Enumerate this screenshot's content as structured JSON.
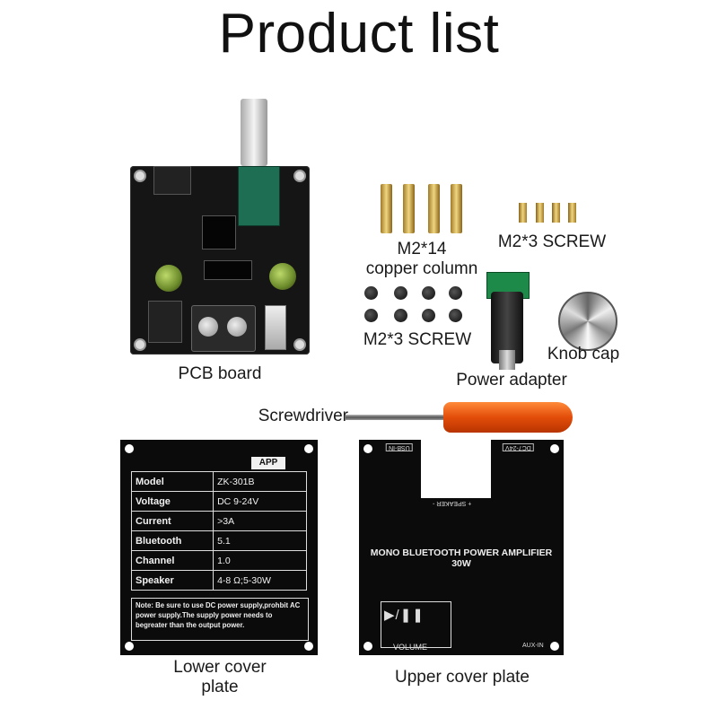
{
  "title": "Product list",
  "items": {
    "pcb": {
      "label": "PCB board"
    },
    "copper_column": {
      "label_line1": "M2*14",
      "label_line2": "copper column"
    },
    "screw_small": {
      "label": "M2*3 SCREW"
    },
    "nuts": {
      "label": "M2*3 SCREW"
    },
    "power_adapter": {
      "label": "Power adapter"
    },
    "knob_cap": {
      "label": "Knob cap"
    },
    "screwdriver": {
      "label": "Screwdriver"
    },
    "lower_plate": {
      "label_line1": "Lower cover",
      "label_line2": "plate"
    },
    "upper_plate": {
      "label": "Upper cover plate"
    }
  },
  "lower_plate": {
    "app_tag": "APP",
    "rows": [
      {
        "key": "Model",
        "value": "ZK-301B"
      },
      {
        "key": "Voltage",
        "value": "DC 9-24V"
      },
      {
        "key": "Current",
        "value": ">3A"
      },
      {
        "key": "Bluetooth",
        "value": "5.1"
      },
      {
        "key": "Channel",
        "value": "1.0"
      },
      {
        "key": "Speaker",
        "value": "4-8 Ω;5-30W"
      }
    ],
    "note": "Note: Be sure to use DC power supply,prohbit AC power supply.The supply power needs to begreater than the output power."
  },
  "upper_plate": {
    "usb_label": "USB-IN",
    "dc_label": "DC7-24V",
    "speaker_label": "+  SPEAKER  -",
    "title": "MONO BLUETOOTH POWER AMPLIFIER 30W",
    "controls": "▶/❚❚",
    "volume_label": "VOLUME",
    "aux_label": "AUX-IN"
  }
}
